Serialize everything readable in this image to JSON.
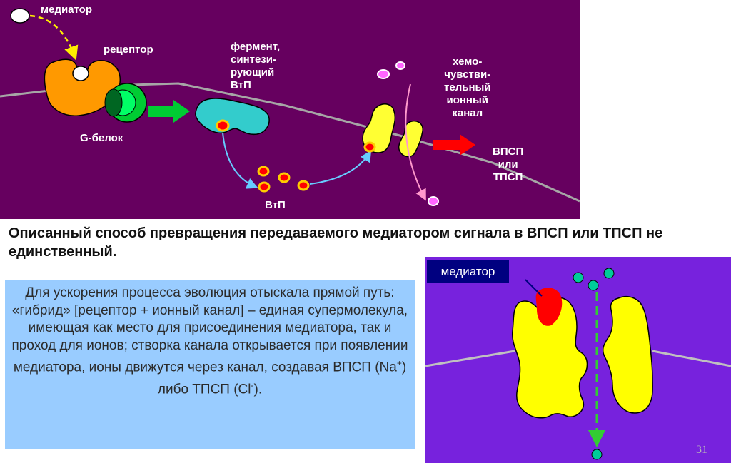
{
  "labels": {
    "mediator": "медиатор",
    "receptor": "рецептор",
    "enzyme": "фермент,\nсинтези-\nрующий\nВтП",
    "chemo_channel": "хемо-\nчувстви-\nтельный\nионный\nканал",
    "g_protein": "G-белок",
    "second_messenger": "ВтП",
    "result": "ВПСП\nили\nТПСП"
  },
  "heading": "Описанный способ превращения передаваемого медиатором сигнала в ВПСП или ТПСП не единственный.",
  "explanation": {
    "main": "Для ускорения процесса эволюция отыскала прямой путь: «гибрид» [рецептор + ионный канал] – единая супермолекула, имеющая как место для присоединения медиатора, так и проход для ионов; створка канала открывается при появлении медиатора, ионы движутся через канал, создавая ",
    "formula_start": "ВПСП (Na",
    "na_charge": "+",
    "formula_mid": ") либо ТПСП (Cl",
    "cl_charge": "-",
    "formula_end": ")."
  },
  "right_panel": {
    "mediator_label": "медиатор"
  },
  "slide_number": "31",
  "colors": {
    "top_background": "#66005f",
    "receptor": "#ff9900",
    "g_protein": "#00cc33",
    "enzyme": "#33cccc",
    "channel": "#ffff33",
    "right_background": "#7722dd",
    "text_box": "#99ccff",
    "mediator_right": "#ff0000",
    "ion": "#00cc99"
  }
}
